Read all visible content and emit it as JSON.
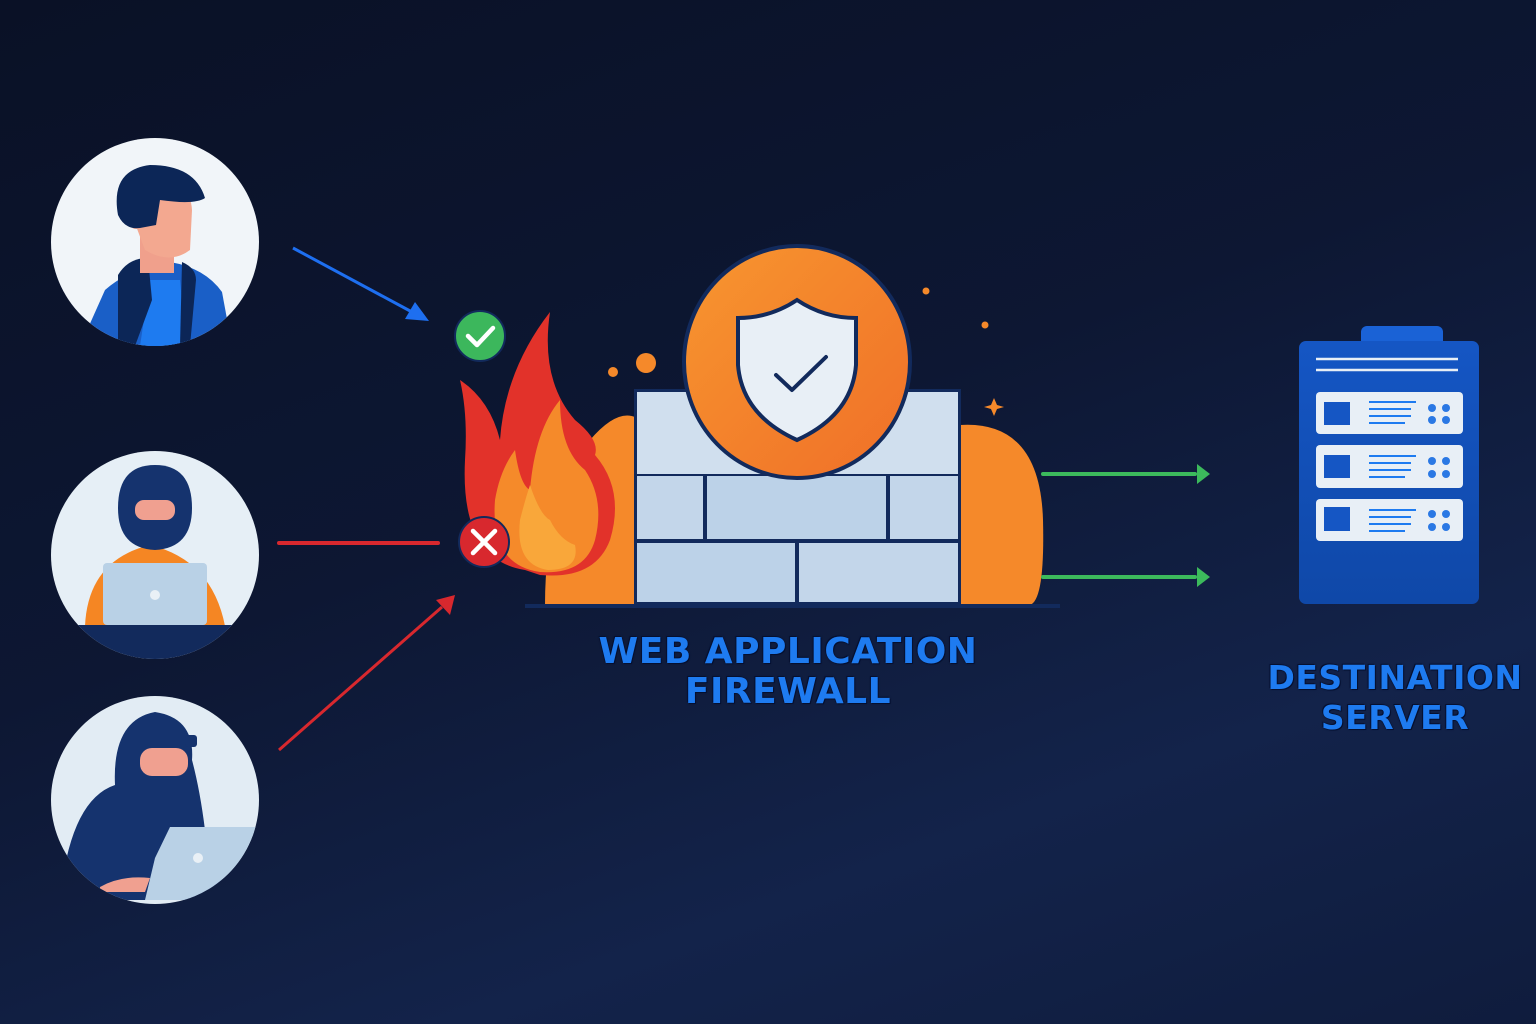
{
  "title": "Web Application Firewall traffic flow",
  "colors": {
    "background": "#0d1733",
    "accent_blue": "#1e7bf0",
    "allowed_green": "#3cba5c",
    "blocked_red": "#d8282e",
    "firewall_orange": "#f5892a"
  },
  "clients": [
    {
      "name": "legitimate-user",
      "traffic": "allowed",
      "arrow_color": "#1e6ff0"
    },
    {
      "name": "attacker-laptop",
      "traffic": "blocked",
      "arrow_color": "#d8282e"
    },
    {
      "name": "hooded-hacker",
      "traffic": "blocked",
      "arrow_color": "#d8282e"
    }
  ],
  "status_badges": {
    "allowed": "check-icon",
    "blocked": "x-icon"
  },
  "firewall": {
    "label_line1": "WEB APPLICATION",
    "label_line2": "FIREWALL",
    "emblem": "shield-check-icon"
  },
  "server": {
    "label_line1": "DESTINATION",
    "label_line2": "SERVER",
    "units": 3
  }
}
